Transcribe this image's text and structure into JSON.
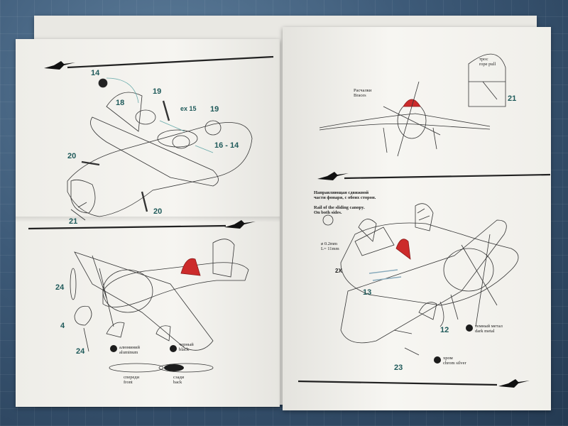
{
  "labels": {
    "l14": "14",
    "l18": "18",
    "l19a": "19",
    "l19b": "19",
    "lx15": "ex 15",
    "l1614": "16 - 14",
    "l20a": "20",
    "l20b": "20",
    "l21a": "21",
    "l24a": "24",
    "l4": "4",
    "l24b": "24",
    "r21": "21",
    "r13": "13",
    "r12": "12",
    "r23": "23",
    "r2x": "2X"
  },
  "notes": {
    "tros_ru": "трос",
    "tros_en": "rope pull",
    "bracing_ru": "Расчалки",
    "bracing_en": "Braces",
    "rail_ru_1": "Направляющая сдвижной",
    "rail_ru_2": "части фонаря, с обеих сторон.",
    "rail_en_1": "Rail of the sliding canopy.",
    "rail_en_2": "On both sides.",
    "wire_1": "ø 0.2mm",
    "wire_2": "L= 11mm",
    "alum_ru": "алюминий",
    "alum_en": "aluminum",
    "black_ru": "черный",
    "black_en": "black",
    "front_ru": "спереди",
    "front_en": "front",
    "back_ru": "сзади",
    "back_en": "back",
    "dark_ru": "темный метал",
    "dark_en": "dark metal",
    "chrom_ru": "хром",
    "chrom_en": "chrom silver"
  },
  "colors": {
    "accent_red": "#cc2b2b",
    "label_teal": "#1f5a5a",
    "line": "#3a3a3a",
    "paper": "#f3f2ee"
  }
}
